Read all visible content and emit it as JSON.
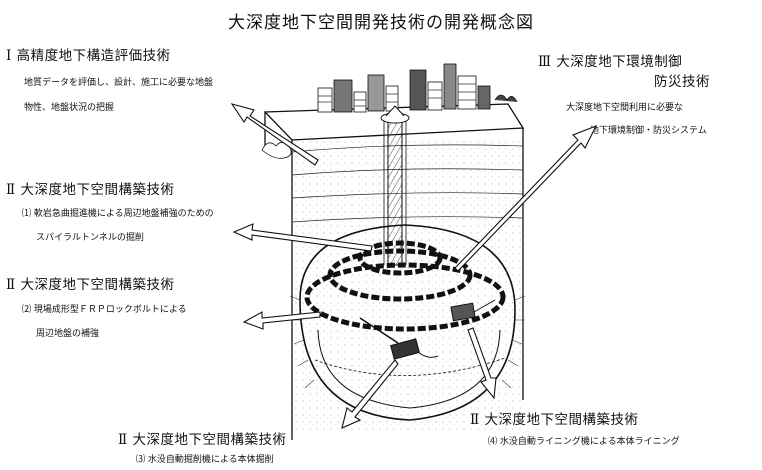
{
  "title": "大深度地下空間開発技術の開発概念図",
  "sections": {
    "s1": {
      "heading": "Ⅰ 高精度地下構造評価技術",
      "lines": [
        "地質データを評価し、設計、施工に必要な地盤",
        "物性、地盤状況の把握"
      ]
    },
    "s2a": {
      "heading": "Ⅱ 大深度地下空間構築技術",
      "lines": [
        "⑴ 軟岩急曲掘進機による周辺地盤補強のための",
        "スパイラルトンネルの掘削"
      ]
    },
    "s2b": {
      "heading": "Ⅱ 大深度地下空間構築技術",
      "lines": [
        "⑵ 現場成形型ＦＲＰロックボルトによる",
        "周辺地盤の補強"
      ]
    },
    "s2c": {
      "heading": "Ⅱ 大深度地下空間構築技術",
      "lines": [
        "⑶ 水没自動掘削機による本体掘削"
      ]
    },
    "s2d": {
      "heading": "Ⅱ 大深度地下空間構築技術",
      "lines": [
        "⑷ 水没自動ライニング機による本体ライニング"
      ]
    },
    "s3": {
      "heading_1": "Ⅲ 大深度地下環境制御",
      "heading_2": "防災技術",
      "lines": [
        "大深度地下空間利用に必要な",
        "地下環境制御・防災システム"
      ]
    }
  }
}
